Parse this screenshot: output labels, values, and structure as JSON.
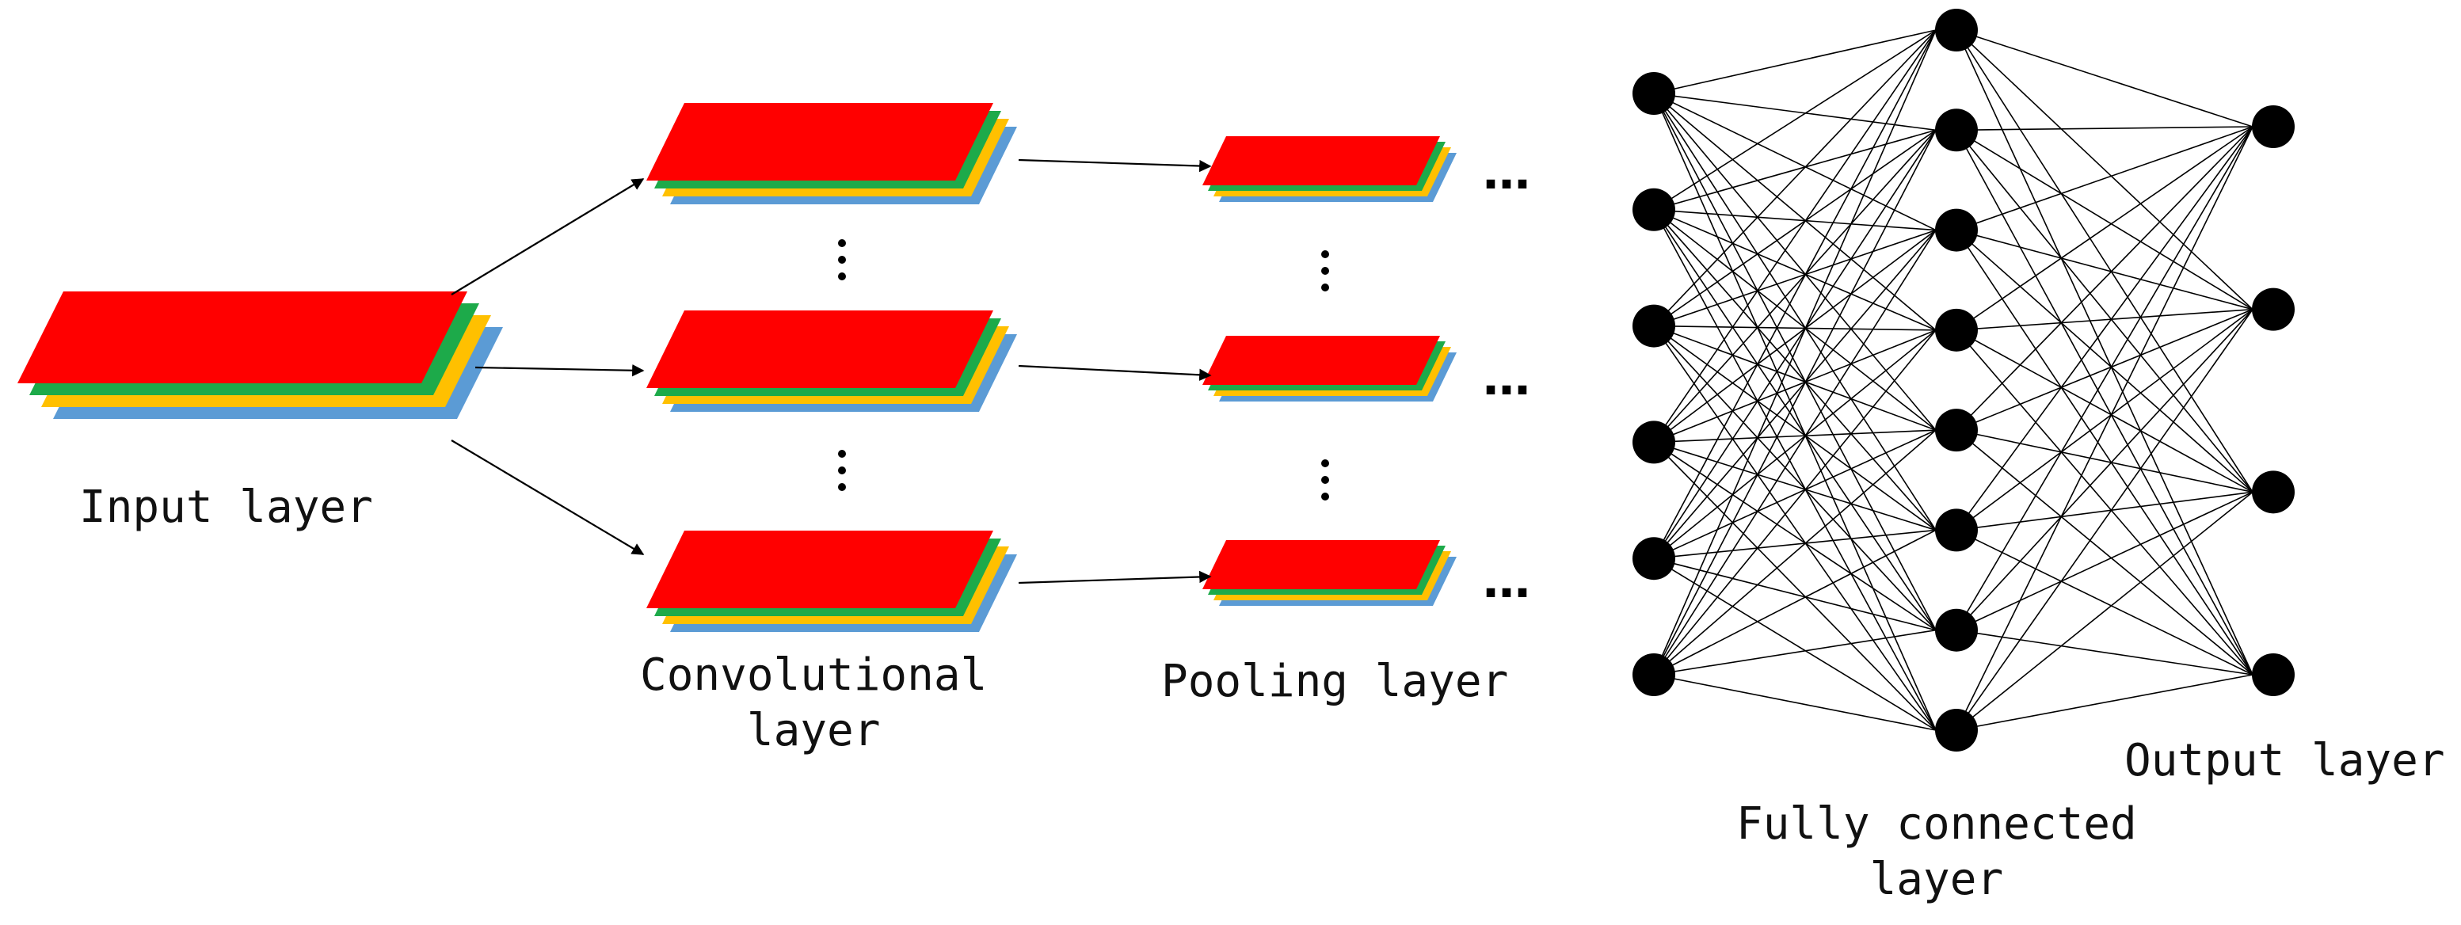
{
  "labels": {
    "input_layer": "Input layer",
    "convolutional_layer_line1": "Convolutional",
    "convolutional_layer_line2": "layer",
    "pooling_layer": "Pooling layer",
    "fully_connected_line1": "Fully connected",
    "fully_connected_line2": "layer",
    "output_layer": "Output layer"
  },
  "continuation_marks": [
    "…",
    "…",
    "…"
  ],
  "colors": {
    "channel_front": "#ff0000",
    "channel_2": "#1daa4a",
    "channel_3": "#ffc000",
    "channel_back": "#5b9bd5",
    "node": "#000000",
    "connection": "#000000"
  },
  "network": {
    "input_nodes": 6,
    "hidden_nodes": 8,
    "output_nodes": 4
  }
}
